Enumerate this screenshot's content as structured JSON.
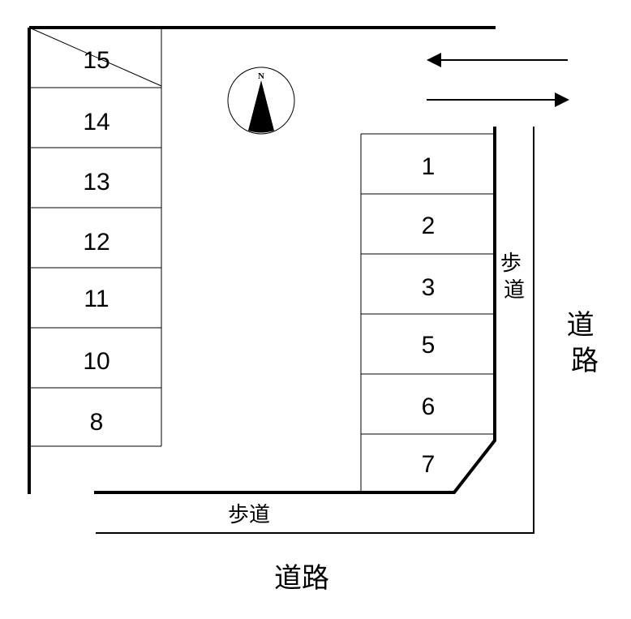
{
  "left_spaces": [
    "15",
    "14",
    "13",
    "12",
    "11",
    "10",
    "8"
  ],
  "right_spaces": [
    "1",
    "2",
    "3",
    "5",
    "6",
    "7"
  ],
  "compass": {
    "letter": "N"
  },
  "sidewalk_label": "歩道",
  "road_label": "道路",
  "traffic_arrows": [
    "left",
    "right"
  ]
}
